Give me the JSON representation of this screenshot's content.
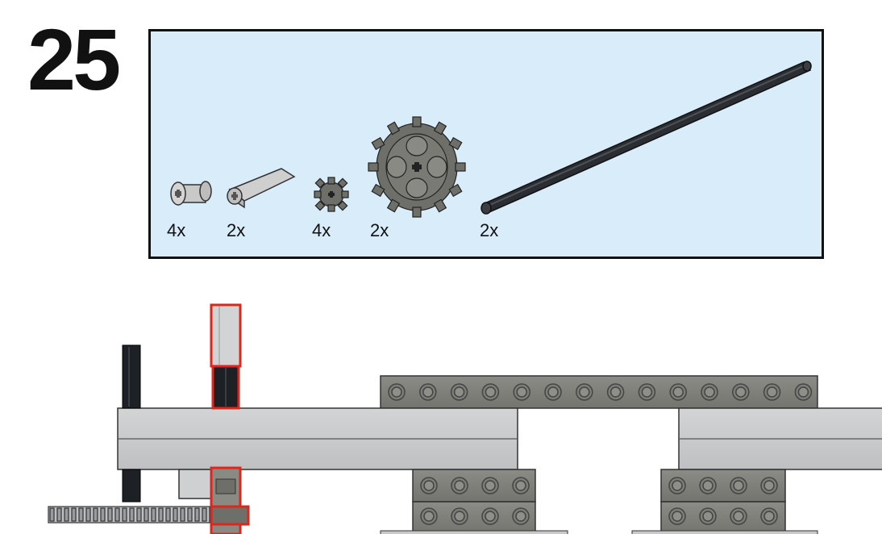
{
  "step": {
    "number": "25"
  },
  "parts_list": {
    "items": [
      {
        "part": "axle-pin-connector",
        "quantity": "4x",
        "color": "#b9b9b9"
      },
      {
        "part": "axle-connector",
        "quantity": "2x",
        "color": "#c7c7c7"
      },
      {
        "part": "gear-8-tooth",
        "quantity": "4x",
        "color": "#6f6f6a"
      },
      {
        "part": "gear-24-tooth",
        "quantity": "2x",
        "color": "#6f6f6a"
      },
      {
        "part": "long-axle",
        "quantity": "2x",
        "color": "#222528"
      }
    ],
    "background": "#d9ecfa"
  },
  "colors": {
    "light_gray": "#c8c9cb",
    "dark_gray": "#7d7d78",
    "black": "#1d2024",
    "highlight_red": "#e0261b"
  }
}
